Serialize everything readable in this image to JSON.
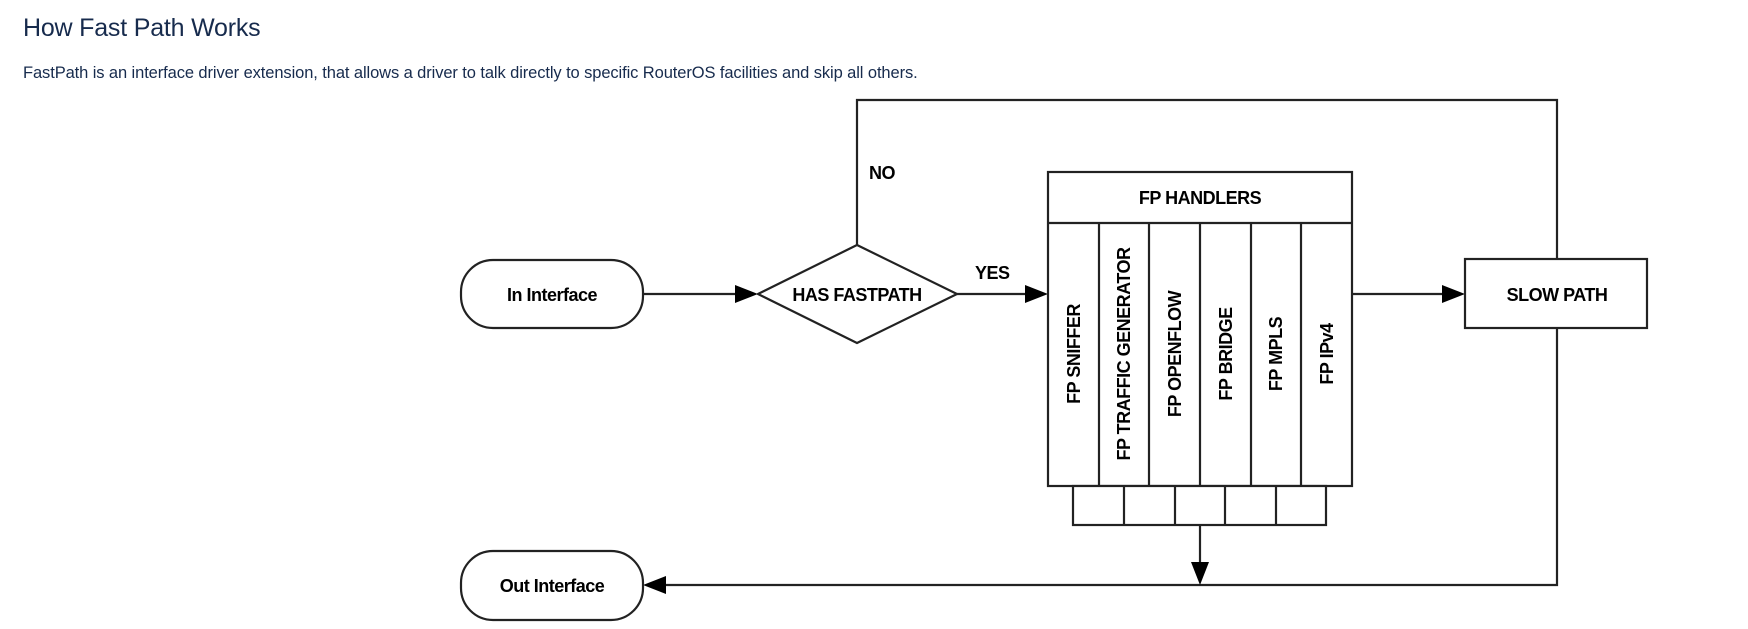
{
  "page": {
    "title": "How Fast Path Works",
    "description": "FastPath is an interface driver extension, that allows a driver to talk directly to specific RouterOS facilities and skip all others."
  },
  "diagram": {
    "in_interface": "In Interface",
    "decision": "HAS FASTPATH",
    "yes_label": "YES",
    "no_label": "NO",
    "handlers_title": "FP HANDLERS",
    "handlers": [
      "FP SNIFFER",
      "FP TRAFFIC GENERATOR",
      "FP OPENFLOW",
      "FP BRIDGE",
      "FP MPLS",
      "FP IPv4"
    ],
    "slow_path": "SLOW PATH",
    "out_interface": "Out Interface"
  }
}
